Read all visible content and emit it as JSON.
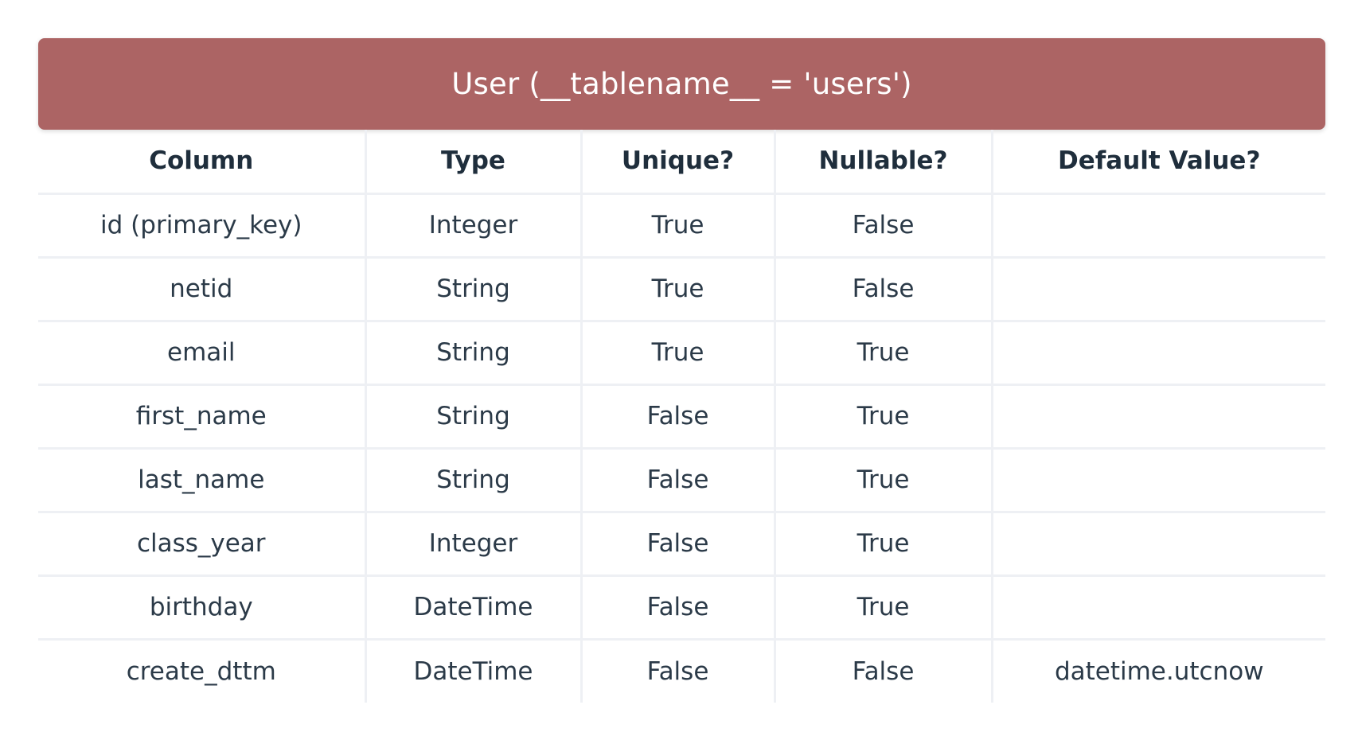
{
  "title": "User (__tablename__ = 'users')",
  "columns": [
    "Column",
    "Type",
    "Unique?",
    "Nullable?",
    "Default Value?"
  ],
  "rows": [
    [
      "id (primary_key)",
      "Integer",
      "True",
      "False",
      ""
    ],
    [
      "netid",
      "String",
      "True",
      "False",
      ""
    ],
    [
      "email",
      "String",
      "True",
      "True",
      ""
    ],
    [
      "first_name",
      "String",
      "False",
      "True",
      ""
    ],
    [
      "last_name",
      "String",
      "False",
      "True",
      ""
    ],
    [
      "class_year",
      "Integer",
      "False",
      "True",
      ""
    ],
    [
      "birthday",
      "DateTime",
      "False",
      "True",
      ""
    ],
    [
      "create_dttm",
      "DateTime",
      "False",
      "False",
      "datetime.utcnow"
    ]
  ],
  "colors": {
    "title_bg": "#ac6464",
    "title_text": "#ffffff",
    "text": "#2b3a48",
    "grid": "#eef0f4"
  }
}
